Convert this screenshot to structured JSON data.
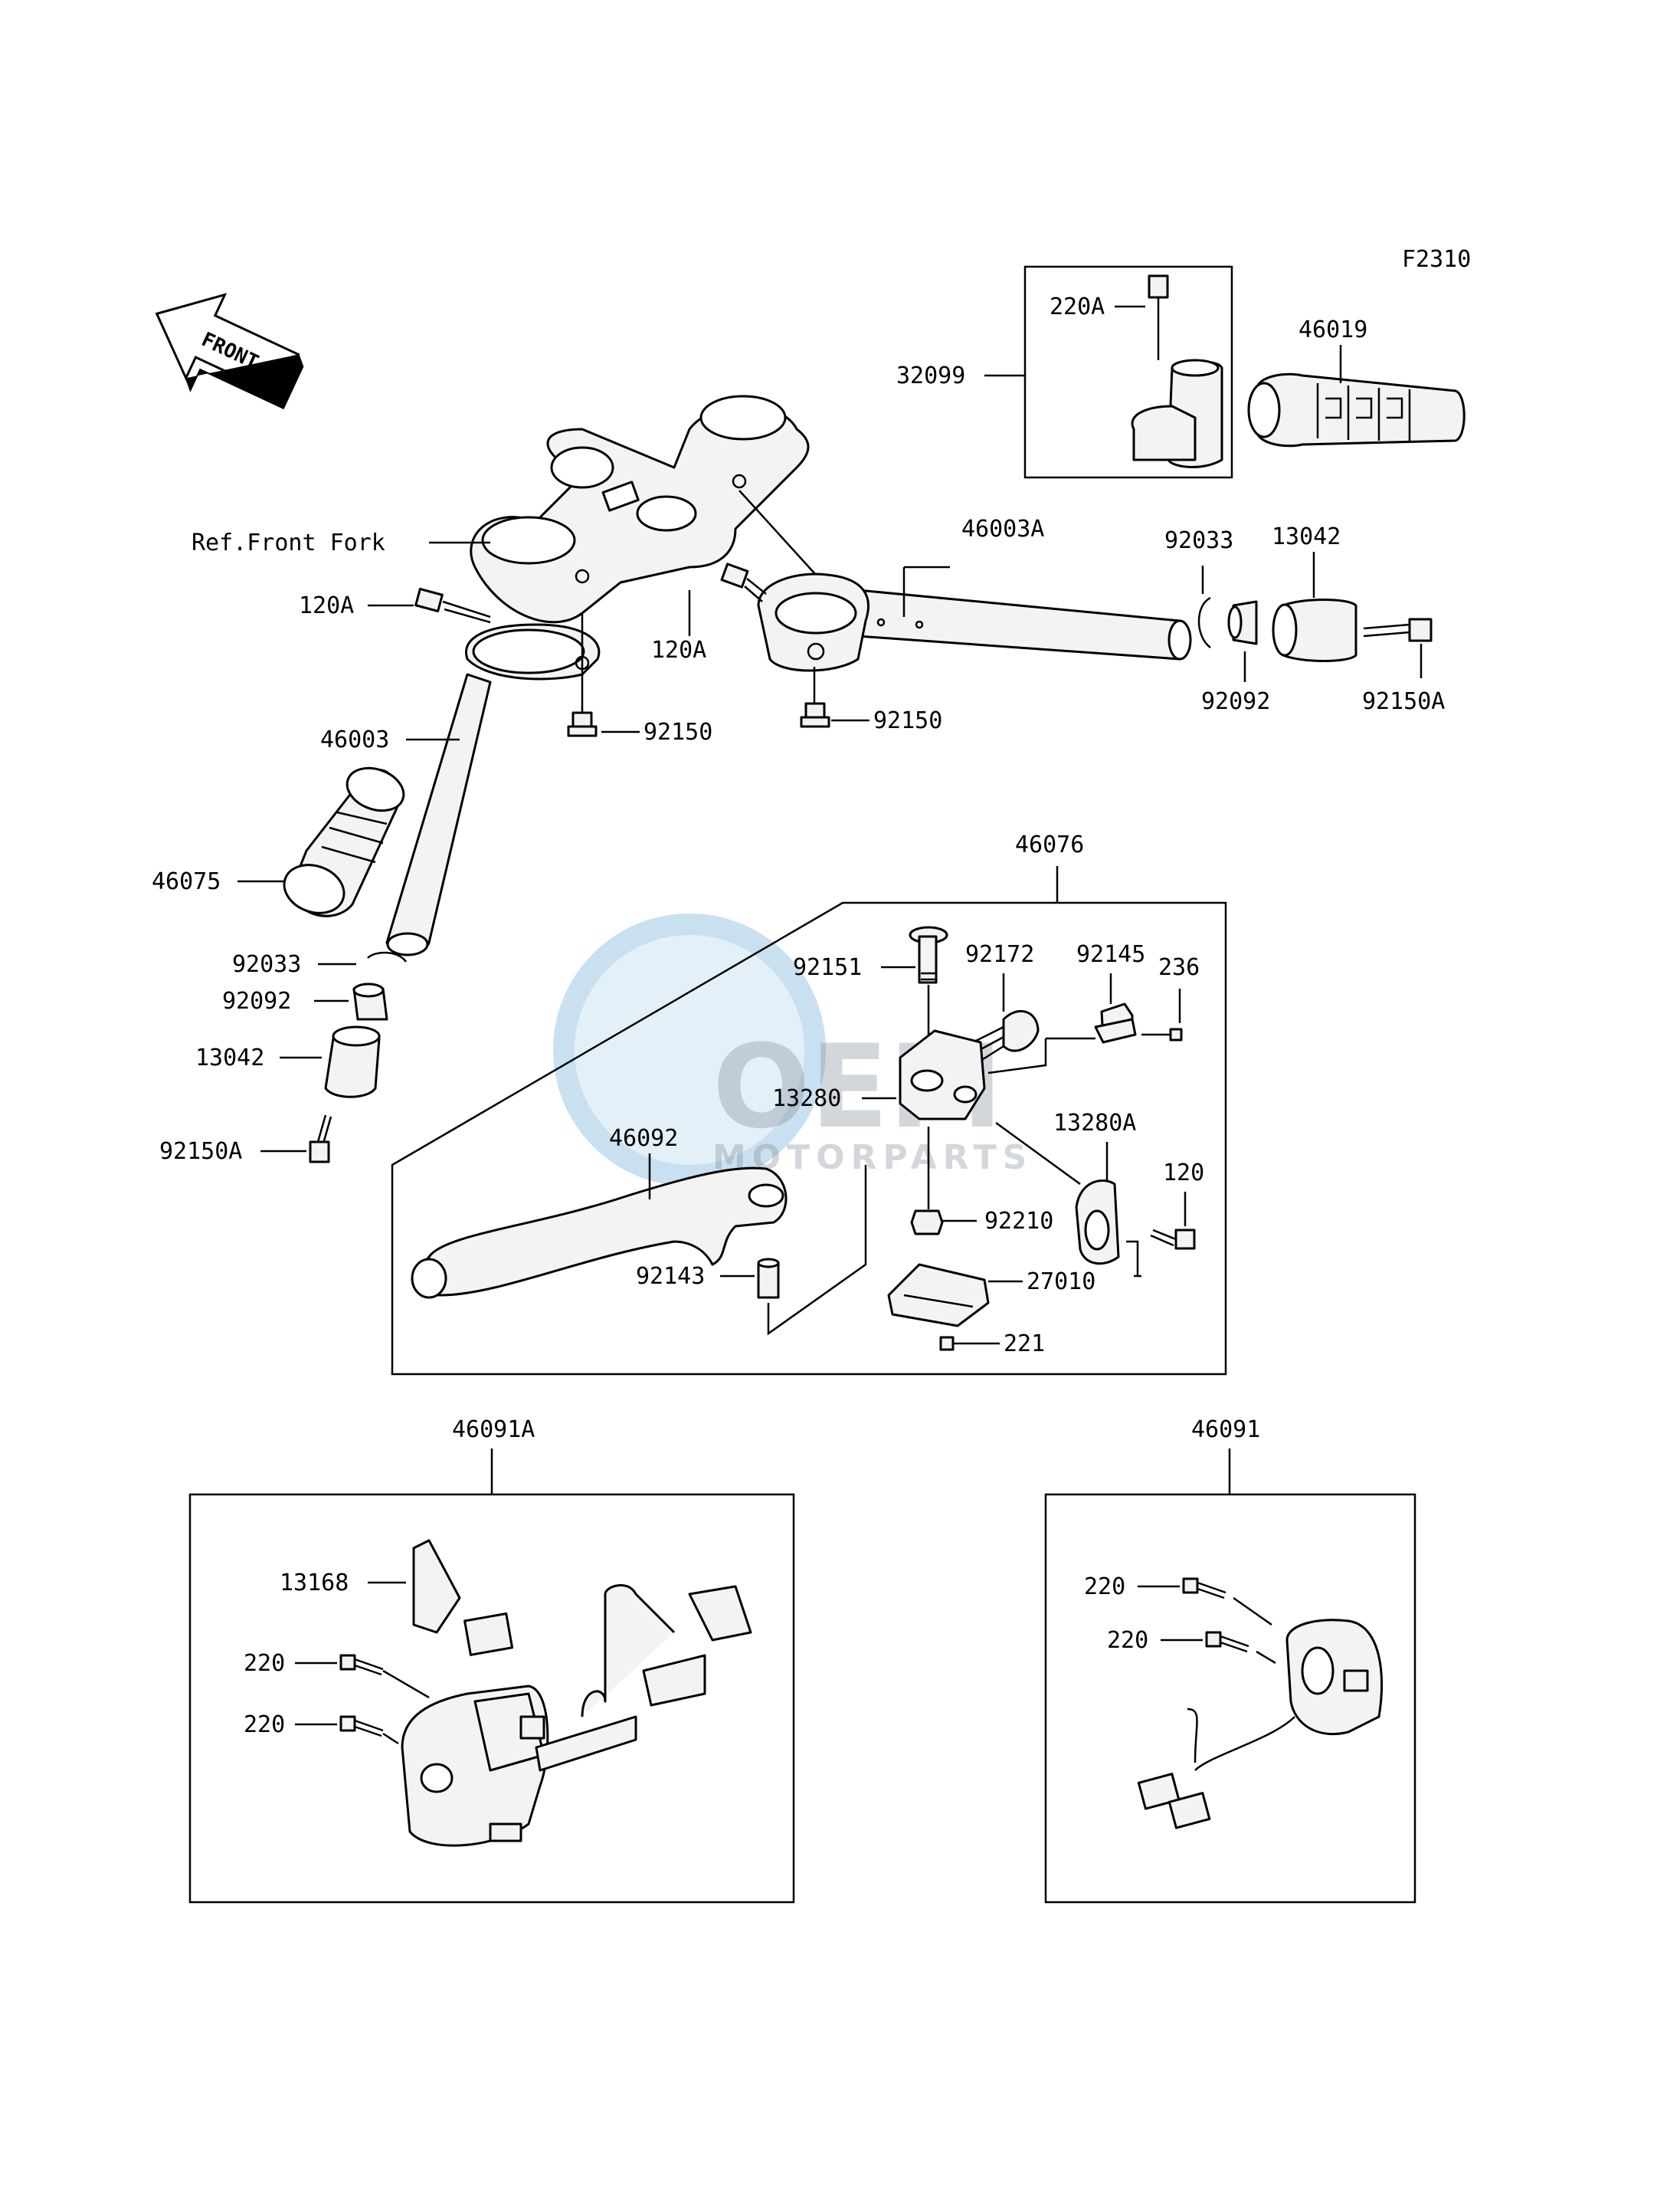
{
  "figure_code": "F2310",
  "front_arrow": "FRONT",
  "watermark": {
    "brand": "OEM",
    "sub": "MOTORPARTS"
  },
  "labels": {
    "ref_front_fork": "Ref.Front Fork",
    "p46003": "46003",
    "p46003A": "46003A",
    "p46075": "46075",
    "p46019": "46019",
    "p32099": "32099",
    "p220A": "220A",
    "p120A_left": "120A",
    "p120A_right": "120A",
    "p92150_left": "92150",
    "p92150_right": "92150",
    "p92033_right": "92033",
    "p92033_left": "92033",
    "p13042_right": "13042",
    "p13042_left": "13042",
    "p92092_right": "92092",
    "p92092_left": "92092",
    "p92150A_right": "92150A",
    "p92150A_left": "92150A",
    "p46076": "46076",
    "p92151": "92151",
    "p92172": "92172",
    "p92145": "92145",
    "p236": "236",
    "p13280": "13280",
    "p13280A": "13280A",
    "p46092": "46092",
    "p120": "120",
    "p92210": "92210",
    "p92143": "92143",
    "p27010": "27010",
    "p221": "221",
    "p46091A": "46091A",
    "p13168": "13168",
    "p220_a": "220",
    "p220_b": "220",
    "p46091": "46091",
    "p220_c": "220",
    "p220_d": "220"
  }
}
